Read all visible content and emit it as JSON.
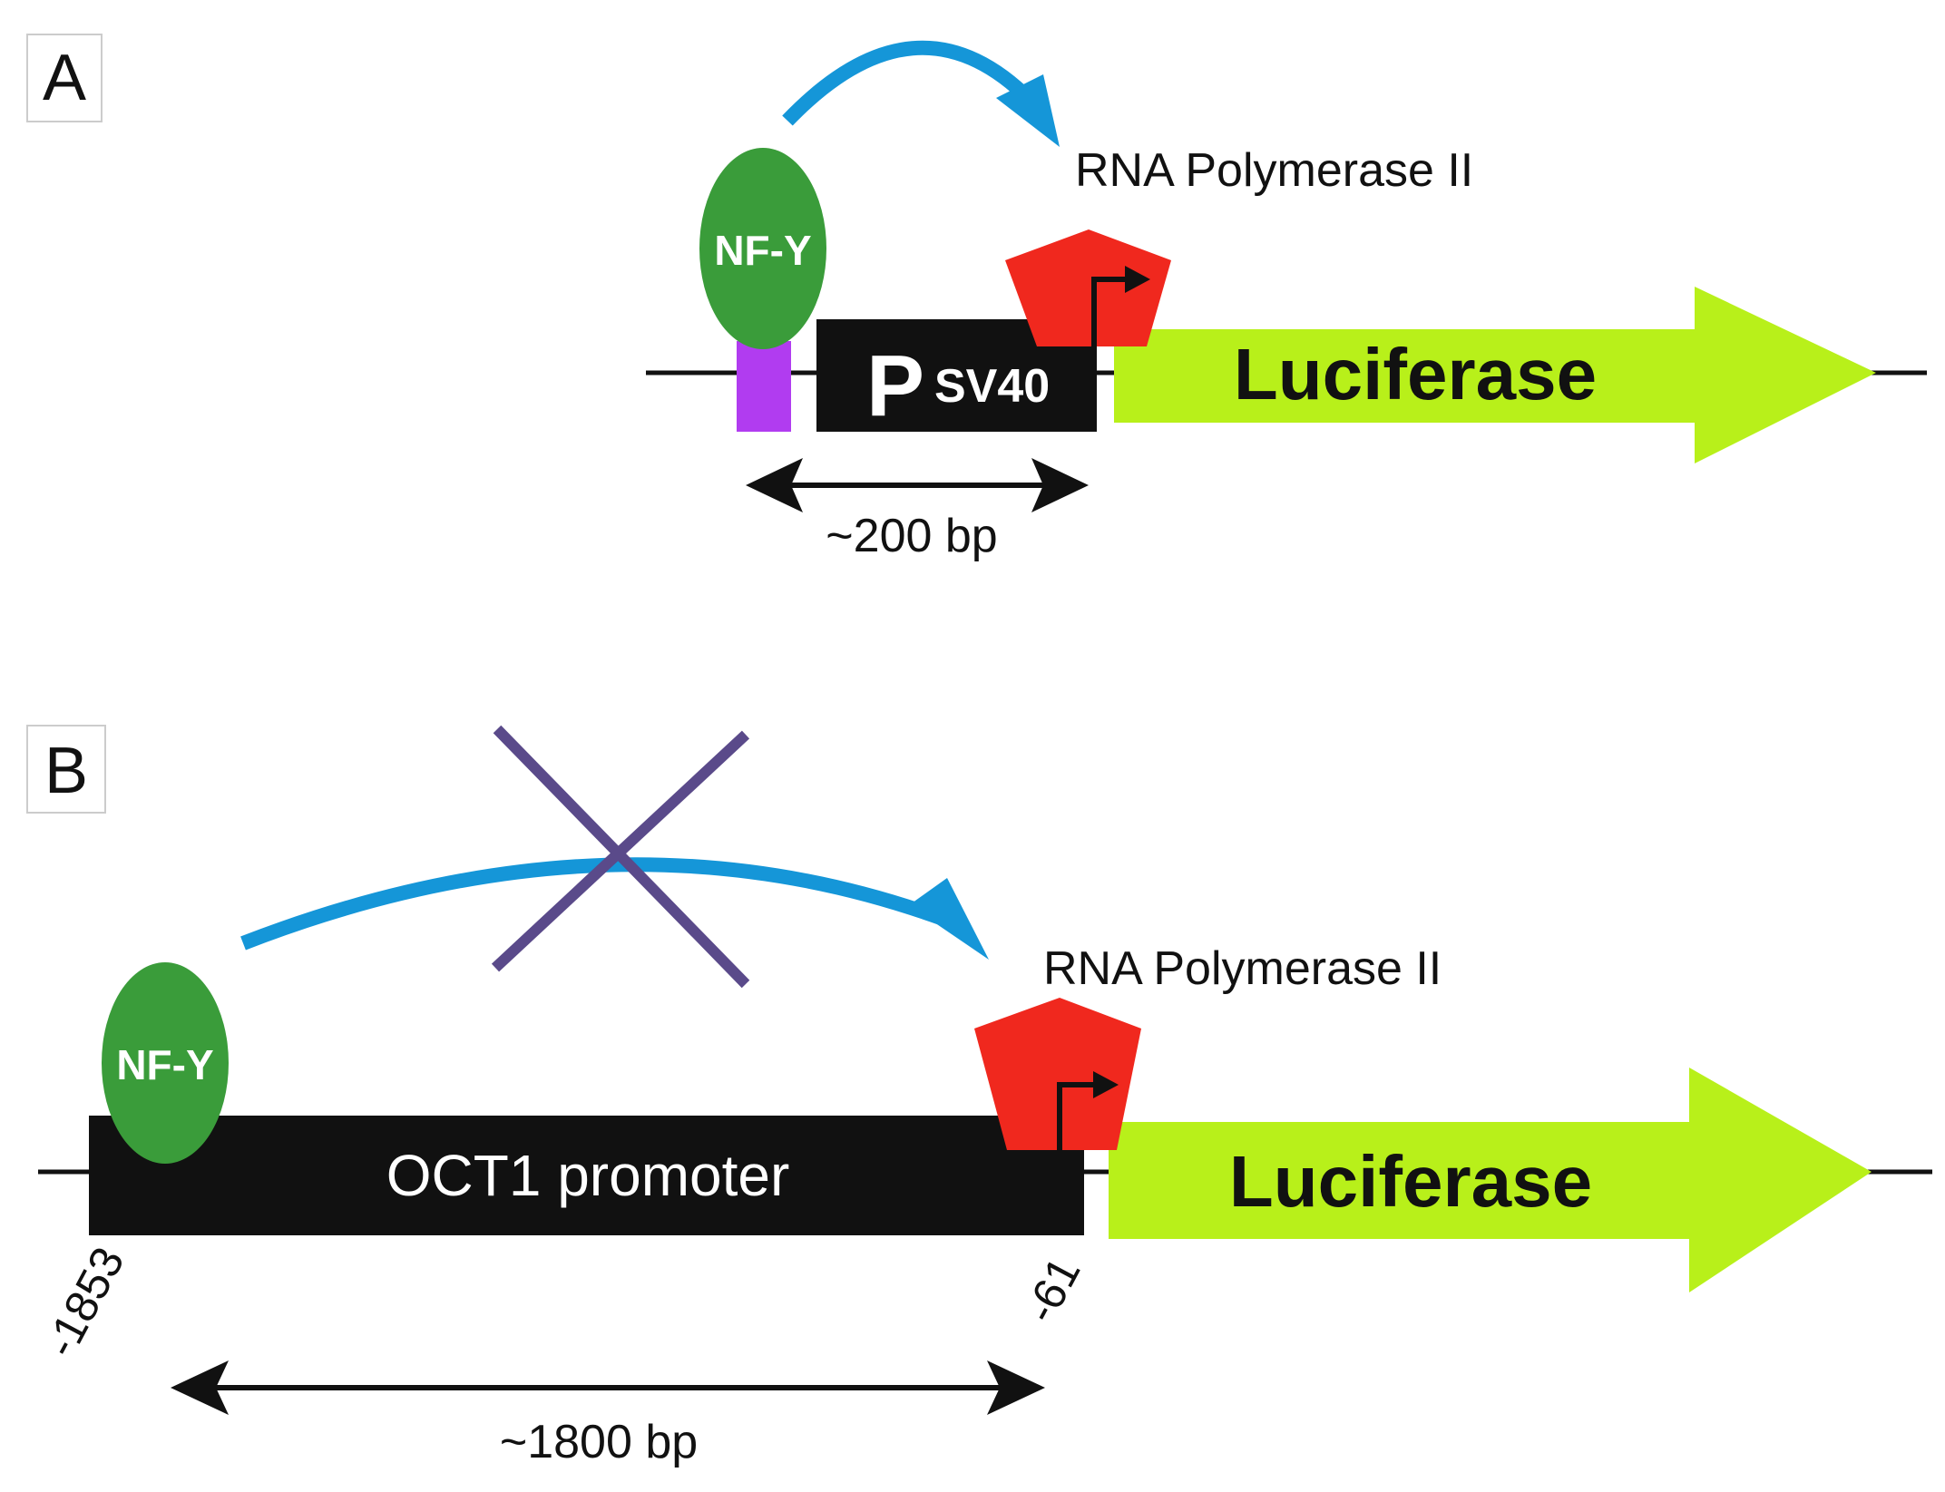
{
  "panel_a": {
    "letter": "A",
    "factor": "NF-Y",
    "promoter_main": "P",
    "promoter_sub": "SV40",
    "polymerase": "RNA Polymerase II",
    "reporter": "Luciferase",
    "distance": "~200 bp"
  },
  "panel_b": {
    "letter": "B",
    "factor": "NF-Y",
    "promoter": "OCT1 promoter",
    "polymerase": "RNA Polymerase II",
    "reporter": "Luciferase",
    "distance": "~1800 bp",
    "start_coord": "-1853",
    "end_coord": "-61"
  },
  "colors": {
    "nfy": "#3a9c3a",
    "purple_site": "#b13cf0",
    "polymerase": "#f0281e",
    "luciferase": "#b8f01a",
    "blue_arrow": "#1596d8",
    "cross": "#5a4a8a",
    "promoter_box": "#111111"
  },
  "icons": {
    "transcription_start": "bent-arrow-icon",
    "blocked": "x-cross-icon"
  }
}
